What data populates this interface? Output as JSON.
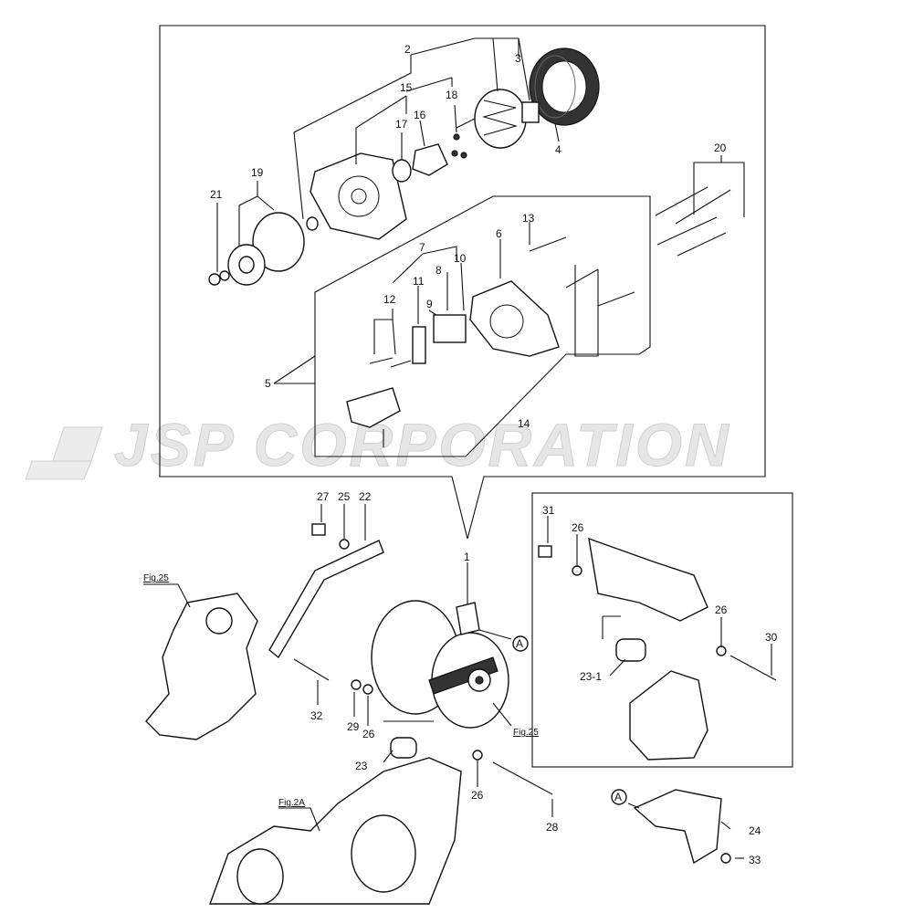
{
  "watermark": "JSP CORPORATION",
  "callouts": {
    "p1": "1",
    "p2": "2",
    "p3": "3",
    "p4": "4",
    "p5": "5",
    "p6": "6",
    "p7": "7",
    "p8": "8",
    "p9": "9",
    "p10": "10",
    "p11": "11",
    "p12": "12",
    "p13": "13",
    "p14": "14",
    "p15": "15",
    "p16": "16",
    "p17": "17",
    "p18": "18",
    "p19": "19",
    "p20": "20",
    "p21": "21",
    "p22": "22",
    "p23": "23",
    "p23_1": "23-1",
    "p24": "24",
    "p25": "25",
    "p26a": "26",
    "p26b": "26",
    "p26c": "26",
    "p26d": "26",
    "p27": "27",
    "p28": "28",
    "p29": "29",
    "p30": "30",
    "p31": "31",
    "p32": "32",
    "p33": "33"
  },
  "figure_refs": {
    "fig25_left": "Fig.25",
    "fig25_right": "Fig.25",
    "fig2a": "Fig.2A"
  },
  "markers": {
    "a_top": "A",
    "a_bottom": "A"
  }
}
